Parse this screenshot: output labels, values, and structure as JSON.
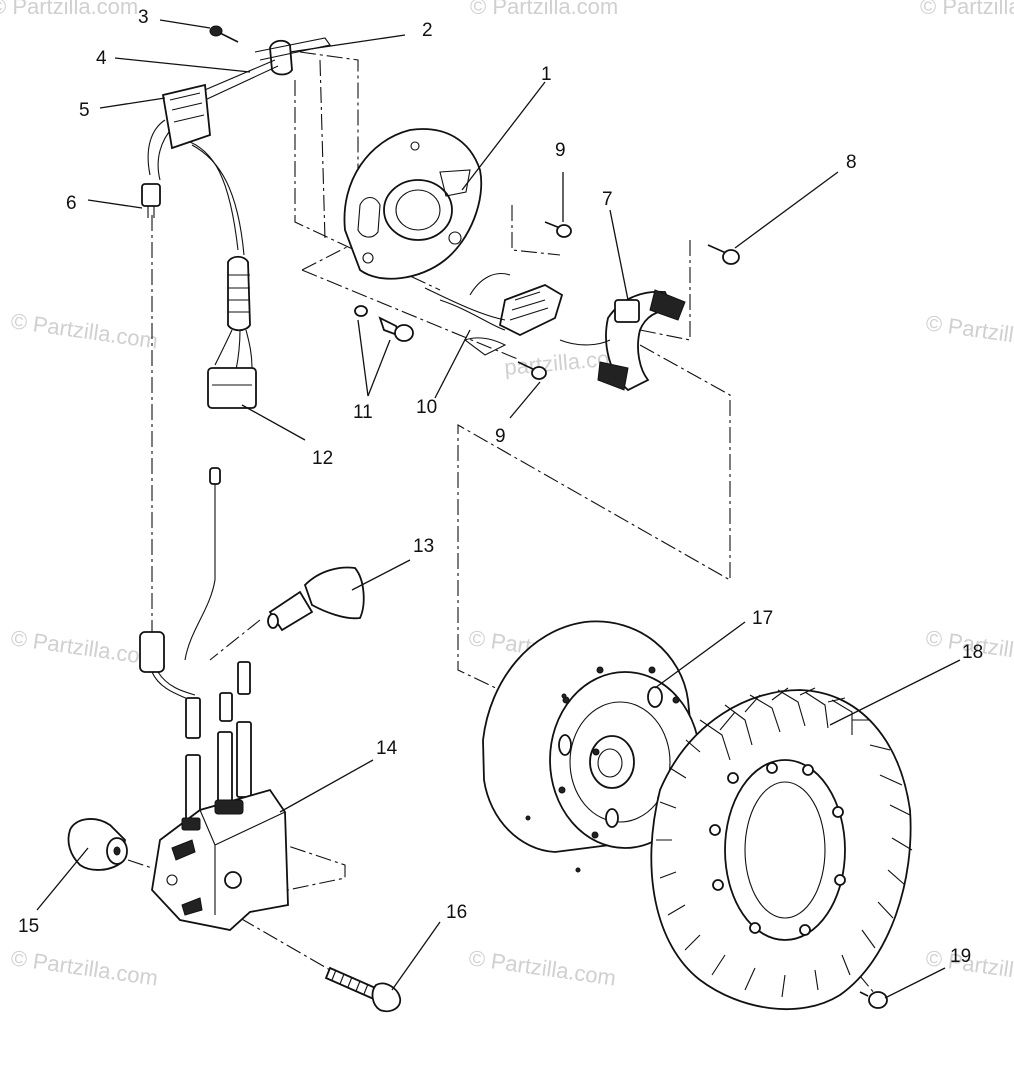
{
  "watermark": "© Partzilla.com",
  "callouts": [
    "1",
    "2",
    "3",
    "4",
    "5",
    "6",
    "7",
    "8",
    "9",
    "9",
    "10",
    "11",
    "12",
    "13",
    "14",
    "15",
    "16",
    "17",
    "18",
    "19"
  ]
}
